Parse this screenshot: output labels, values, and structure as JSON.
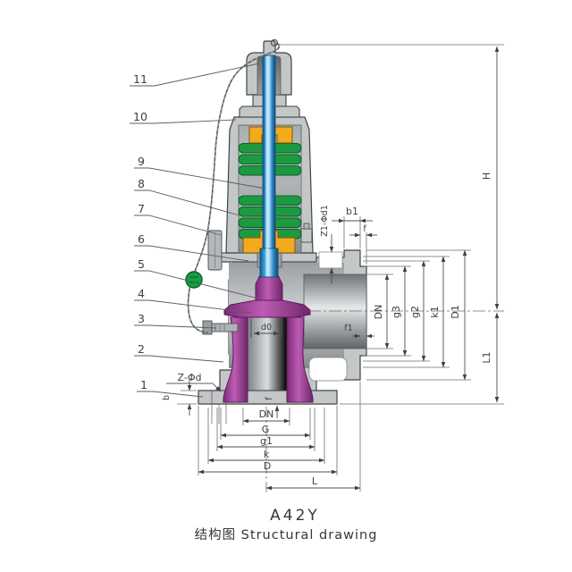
{
  "drawing": {
    "model": "A42Y",
    "caption": "结构图 Structural drawing",
    "callouts": [
      "11",
      "10",
      "9",
      "8",
      "7",
      "6",
      "5",
      "4",
      "3",
      "2",
      "1"
    ],
    "dims": {
      "H": "H",
      "L1": "L1",
      "L": "L",
      "DN": "DN",
      "g3": "g3",
      "g2": "g2",
      "k1": "k1",
      "D1": "D1",
      "Z1_d1": "Z1-Φd1",
      "b1": "b1",
      "f": "f",
      "f1": "f1",
      "G": "G",
      "g1": "g1",
      "k": "k",
      "D": "D",
      "Z_d": "Z-Φd",
      "b": "b",
      "d0": "d0"
    },
    "colors": {
      "body": "#c4c7c8",
      "spring": "#1d9a41",
      "spring_seat": "#f3aa1d",
      "stem": "#4aaee8",
      "disc_nozzle": "#a23c9a",
      "seal_ball": "#16a045",
      "outline": "#3f4446",
      "dimension": "#4b4f52",
      "background": "#ffffff"
    }
  }
}
